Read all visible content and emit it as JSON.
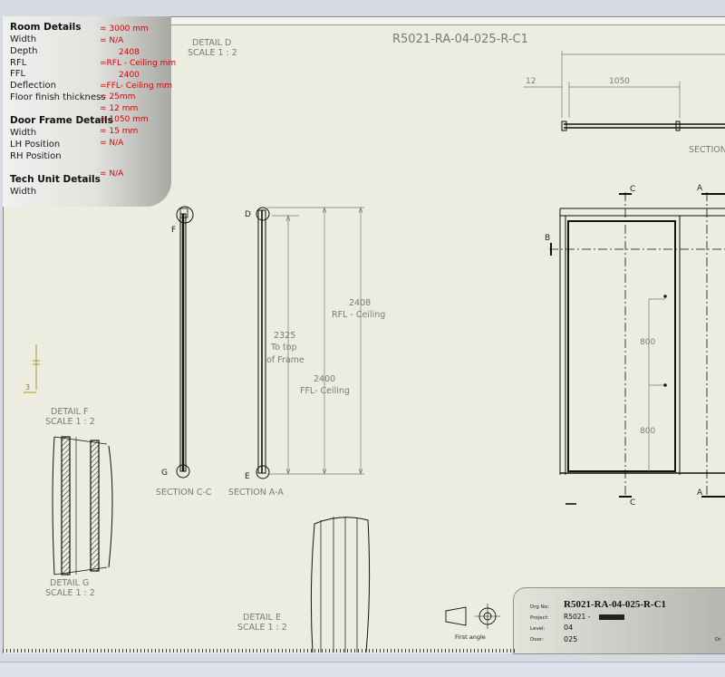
{
  "room_details": {
    "heading": "Room Details",
    "rows": [
      {
        "label": "Width",
        "value": "= 3000  mm"
      },
      {
        "label": "Depth",
        "value": "= N/A"
      },
      {
        "label": "RFL",
        "value": "2408"
      },
      {
        "label": "FFL",
        "value": "=RFL - Ceiling mm"
      },
      {
        "label": "Deflection",
        "value": "2400"
      },
      {
        "label": "Floor finish thickness",
        "value": "=FFL- Ceiling mm"
      }
    ]
  },
  "door_frame_details": {
    "heading": "Door Frame Details",
    "pre_values": [
      "= 25mm",
      "= 12  mm"
    ],
    "rows": [
      {
        "label": "Width",
        "value": "= 1050  mm"
      },
      {
        "label": "LH Position",
        "value": "= 15  mm"
      },
      {
        "label": "RH Position",
        "value": "= N/A"
      }
    ]
  },
  "tech_unit_details": {
    "heading": "Tech Unit Details",
    "rows": [
      {
        "label": "Width",
        "value": "= N/A"
      }
    ]
  },
  "drawing": {
    "title": "R5021-RA-04-025-R-C1",
    "detail_d": {
      "name": "DETAIL D",
      "scale": "SCALE 1 : 2"
    },
    "detail_f": {
      "name": "DETAIL F",
      "scale": "SCALE 1 : 2"
    },
    "detail_g": {
      "name": "DETAIL G",
      "scale": "SCALE 1 : 2"
    },
    "detail_e": {
      "name": "DETAIL E",
      "scale": "SCALE 1 : 2"
    },
    "section_cc": "SECTION C-C",
    "section_aa": "SECTION A-A",
    "section_partial": "SECTION",
    "markers": {
      "d": "D",
      "e": "E",
      "f": "F",
      "g": "G",
      "c": "C",
      "a": "A",
      "b": "B"
    },
    "dims": {
      "d12": "12",
      "d1050": "1050",
      "d2408": "2408",
      "rfl_ceiling": "RFL - Ceiling",
      "d2325": "2325",
      "to_top": "To top",
      "of_frame": "of Frame",
      "d2400": "2400",
      "ffl_ceiling": "FFL- Ceiling",
      "d800a": "800",
      "d800b": "800",
      "d3": "3"
    },
    "first_angle": "First angle"
  },
  "title_block": {
    "drg_no_label": "Drg No:",
    "drg_no": "R5021-RA-04-025-R-C1",
    "project_label": "Project:",
    "project": "R5021 - ",
    "level_label": "Level:",
    "level": "04",
    "door_label": "Door:",
    "door": "025",
    "extra": "Dr"
  }
}
